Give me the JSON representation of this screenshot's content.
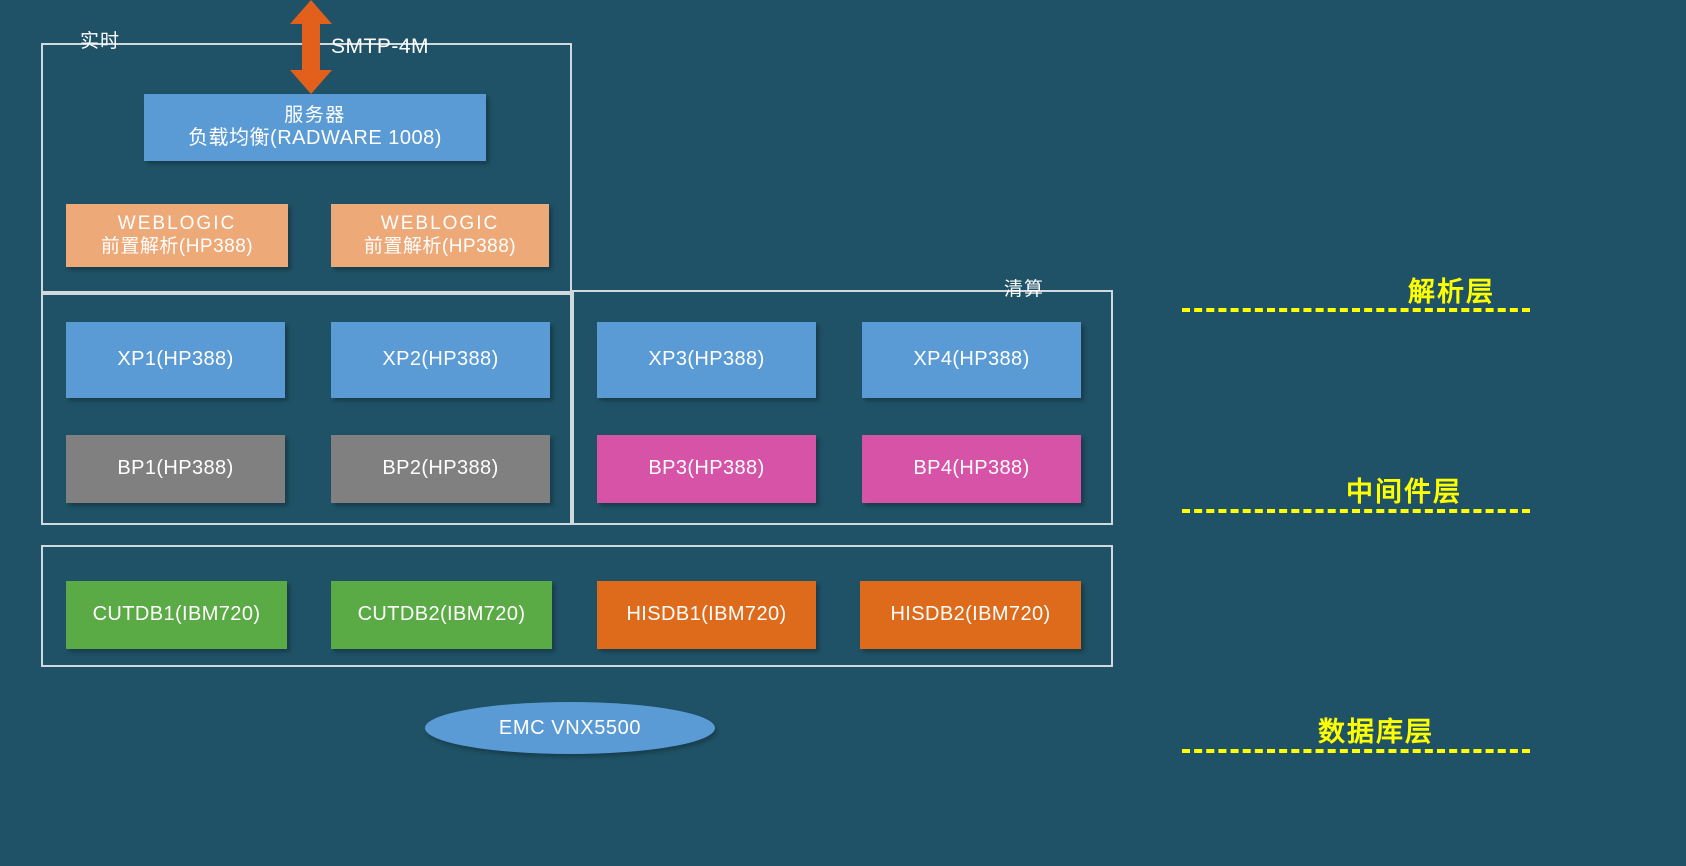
{
  "diagram": {
    "background_color": "#1f5266",
    "zones": [
      {
        "id": "realtime",
        "label": "实时"
      },
      {
        "id": "clearing",
        "label": "清算"
      }
    ],
    "link": {
      "label": "SMTP-4M",
      "arrow_icon": "double-headed-vertical-arrow",
      "arrow_color": "#e2601c"
    },
    "nodes": {
      "load_balancer": {
        "line1": "服务器",
        "line2": "负载均衡(RADWARE 1008)",
        "color": "#5b9bd5"
      },
      "weblogic": [
        {
          "line1": "WEBLOGIC",
          "line2": "前置解析(HP388)",
          "color": "#eda978"
        },
        {
          "line1": "WEBLOGIC",
          "line2": "前置解析(HP388)",
          "color": "#eda978"
        }
      ],
      "xp": [
        {
          "label": "XP1(HP388)",
          "color": "#5b9bd5"
        },
        {
          "label": "XP2(HP388)",
          "color": "#5b9bd5"
        },
        {
          "label": "XP3(HP388)",
          "color": "#5b9bd5"
        },
        {
          "label": "XP4(HP388)",
          "color": "#5b9bd5"
        }
      ],
      "bp": [
        {
          "label": "BP1(HP388)",
          "color": "#808080"
        },
        {
          "label": "BP2(HP388)",
          "color": "#808080"
        },
        {
          "label": "BP3(HP388)",
          "color": "#d653a8"
        },
        {
          "label": "BP4(HP388)",
          "color": "#d653a8"
        }
      ],
      "db": [
        {
          "label": "CUTDB1(IBM720)",
          "color": "#5aaa46"
        },
        {
          "label": "CUTDB2(IBM720)",
          "color": "#5aaa46"
        },
        {
          "label": "HISDB1(IBM720)",
          "color": "#dd6b1b"
        },
        {
          "label": "HISDB2(IBM720)",
          "color": "#dd6b1b"
        }
      ],
      "storage": {
        "label": "EMC VNX5500",
        "color": "#5b9bd5"
      }
    },
    "layers": [
      {
        "label": "解析层",
        "color": "#ffff00"
      },
      {
        "label": "中间件层",
        "color": "#ffff00"
      },
      {
        "label": "数据库层",
        "color": "#ffff00"
      }
    ]
  }
}
